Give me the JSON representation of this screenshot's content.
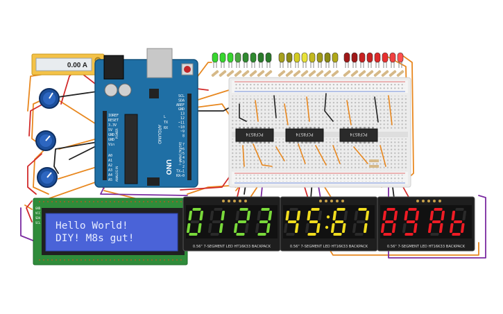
{
  "ammeter": {
    "reading": "0.00 A"
  },
  "arduino": {
    "model": "UNO",
    "brand": "ARDUINO",
    "power_pins": [
      "IOREF",
      "RESET",
      "3.3V",
      "5V",
      "GND",
      "GND",
      "Vin"
    ],
    "analog_pins": [
      "A0",
      "A1",
      "A2",
      "A3",
      "A4",
      "A5"
    ],
    "power_header": "POWER",
    "analog_header": "ANALOG IN",
    "digital_header": "DIGITAL (PWM~)",
    "top_pins": [
      "SCL",
      "SDA",
      "AREF",
      "GND",
      "13",
      "12",
      "~11",
      "~10",
      "~9",
      "8"
    ],
    "bottom_pins": [
      "7",
      "~6",
      "~5",
      "4",
      "~3",
      "2",
      "TX→1",
      "RX←0"
    ],
    "led_labels": [
      "L",
      "TX",
      "RX"
    ]
  },
  "ics": [
    {
      "label": "PCF8574"
    },
    {
      "label": "PCF8574"
    },
    {
      "label": "PCF8574"
    }
  ],
  "lcd": {
    "line1": "Hello World!",
    "line2": "DIY! M8s gut!",
    "pins": [
      "GND",
      "VCC",
      "SDA",
      "SCL"
    ]
  },
  "seven_seg": {
    "digits": [
      "0",
      "1",
      "2",
      "3",
      "4",
      "5",
      "6",
      "7",
      "8",
      "9",
      "A",
      "b"
    ],
    "colon_after": [
      5
    ],
    "modules": [
      {
        "label": "0.56\" 7-SEGMENT LED HT16K33 BACKPACK",
        "color": "#79d93a"
      },
      {
        "label": "0.56\" 7-SEGMENT LED HT16K33 BACKPACK",
        "color": "#f0dc1e"
      },
      {
        "label": "0.56\" 7-SEGMENT LED HT16K33 BACKPACK",
        "color": "#ee1c25"
      }
    ]
  },
  "leds": {
    "colors": [
      "#37d62e",
      "#37d62e",
      "#37d62e",
      "#4aa640",
      "#2f8a2f",
      "#2f8a2f",
      "#2a7a2a",
      "#2a7a2a",
      "#a6a01e",
      "#8c8a14",
      "#d4cc22",
      "#e8e23a",
      "#c2b820",
      "#a09a18",
      "#8c8a14",
      "#b0a818",
      "#a01818",
      "#a01818",
      "#c82222",
      "#c82222",
      "#dc2a2a",
      "#e83030",
      "#f04040",
      "#ff5050"
    ]
  }
}
